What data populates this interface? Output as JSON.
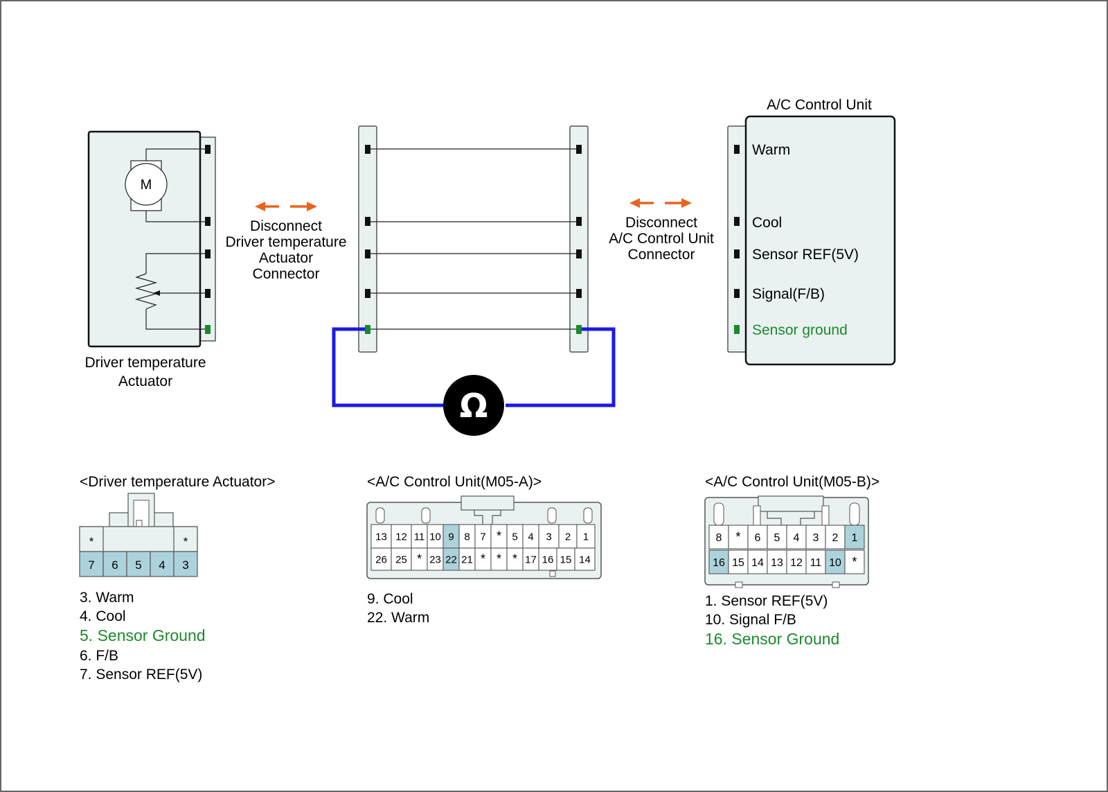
{
  "labels": {
    "acu_title": "A/C Control Unit",
    "acu_pins": {
      "warm": "Warm",
      "cool": "Cool",
      "ref": "Sensor REF(5V)",
      "signal": "Signal(F/B)",
      "ground": "Sensor ground"
    },
    "disconnect_left": [
      "Disconnect",
      "Driver temperature",
      "Actuator",
      "Connector"
    ],
    "disconnect_right": [
      "Disconnect",
      "A/C Control Unit",
      "Connector"
    ],
    "actuator_caption": [
      "Driver temperature",
      "Actuator"
    ],
    "motor": "M",
    "meter": "Ω"
  },
  "connectors": {
    "actuator": {
      "title": "<Driver temperature Actuator>",
      "top_row": [
        "*",
        "*"
      ],
      "bottom_row": [
        "7",
        "6",
        "5",
        "4",
        "3"
      ],
      "legend": [
        "3. Warm",
        "4. Cool",
        "5. Sensor Ground",
        "6. F/B",
        "7. Sensor REF(5V)"
      ],
      "highlight_color": "#acd3dc"
    },
    "m05a": {
      "title": "<A/C Control Unit(M05-A)>",
      "top_row": [
        "13",
        "12",
        "11",
        "10",
        "9",
        "8",
        "7",
        "*",
        "5",
        "4",
        "3",
        "2",
        "1"
      ],
      "bottom_row": [
        "26",
        "25",
        "*",
        "23",
        "22",
        "21",
        "*",
        "*",
        "*",
        "17",
        "16",
        "15",
        "14"
      ],
      "highlighted": [
        "9",
        "22"
      ],
      "legend": [
        "9. Cool",
        "22. Warm"
      ]
    },
    "m05b": {
      "title": "<A/C Control Unit(M05-B)>",
      "top_row": [
        "8",
        "*",
        "6",
        "5",
        "4",
        "3",
        "2",
        "1"
      ],
      "bottom_row": [
        "16",
        "15",
        "14",
        "13",
        "12",
        "11",
        "10",
        "*"
      ],
      "highlighted": [
        "1",
        "16",
        "10"
      ],
      "legend": [
        "1. Sensor REF(5V)",
        "10. Signal F/B",
        "16. Sensor Ground"
      ]
    }
  },
  "colors": {
    "arrow": "#e8641e",
    "meter_wire": "#1a1ae6",
    "ground_text": "#1a8a2a",
    "panel_fill": "#eaf1f1"
  }
}
